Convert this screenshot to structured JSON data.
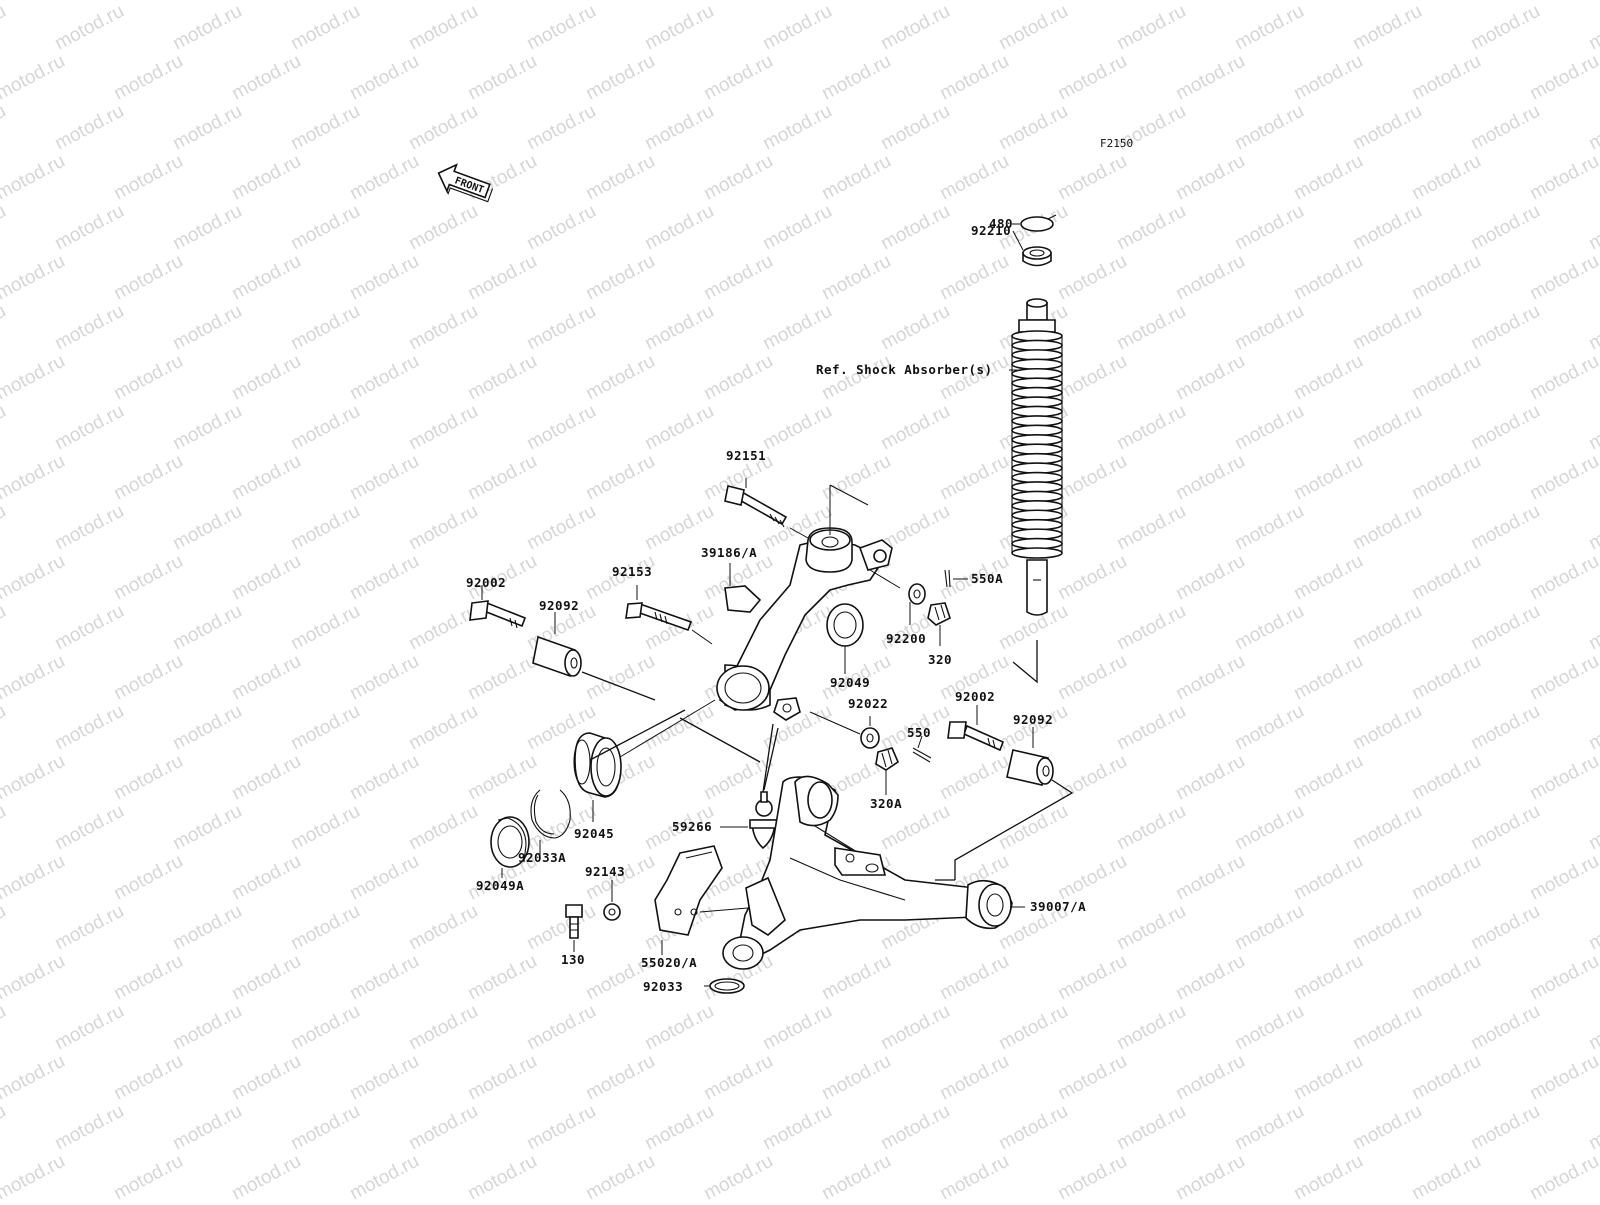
{
  "watermark": "motod.ru",
  "figure_code": "F2150",
  "front_arrow_text": "FRONT",
  "ref_text": "Ref. Shock Absorber(s)",
  "labels": {
    "p480": "480",
    "p92210": "92210",
    "p92151": "92151",
    "p39186A": "39186/A",
    "p92153": "92153",
    "p92002_left": "92002",
    "p92092_left": "92092",
    "p550A": "550A",
    "p92200": "92200",
    "p320": "320",
    "p92049": "92049",
    "p92022": "92022",
    "p92002_right": "92002",
    "p92092_right": "92092",
    "p550": "550",
    "p320A": "320A",
    "p92045": "92045",
    "p92033A": "92033A",
    "p92049A": "92049A",
    "p59266": "59266",
    "p92143": "92143",
    "p130": "130",
    "p55020A": "55020/A",
    "p92033": "92033",
    "p39007A": "39007/A"
  },
  "colors": {
    "ink": "#111111",
    "watermark": "#d6d6d6",
    "background": "#ffffff"
  }
}
